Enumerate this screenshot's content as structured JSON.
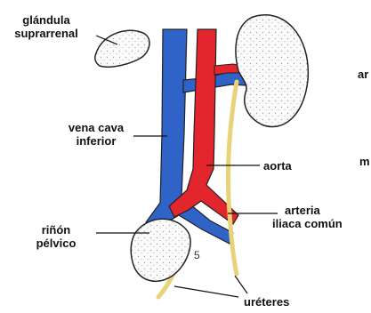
{
  "labels": {
    "adrenal_line1": "glándula",
    "adrenal_line2": "suprarrenal",
    "ivc_line1": "vena cava",
    "ivc_line2": "inferior",
    "aorta": "aorta",
    "iliac_line1": "arteria",
    "iliac_line2": "iliaca común",
    "pelvic_line1": "riñón",
    "pelvic_line2": "pélvico",
    "ureters": "uréteres",
    "number_mark": "5",
    "edge_ar": "ar",
    "edge_m": "m"
  },
  "colors": {
    "vein": "#2f63c7",
    "artery": "#e3262d",
    "ureter": "#e8d27a",
    "kidney_fill": "#fbfbfb",
    "outline": "#222222"
  }
}
